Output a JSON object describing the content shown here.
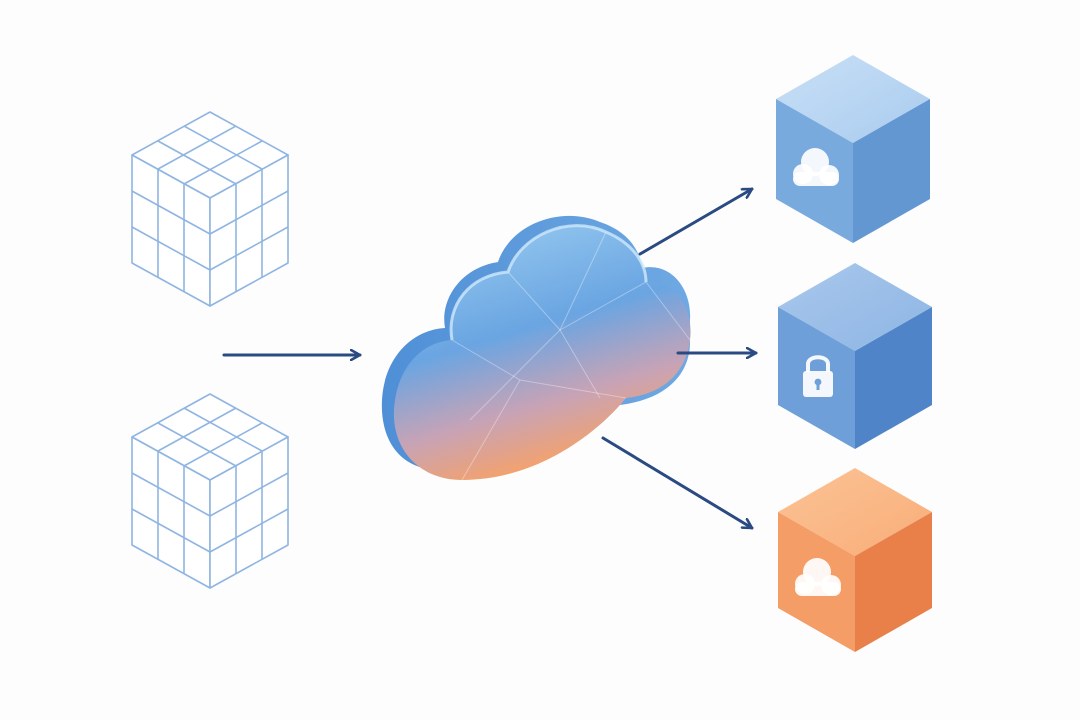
{
  "diagram": {
    "sources": [
      {
        "name": "grid-cube-top",
        "icon": "grid-cube-icon"
      },
      {
        "name": "grid-cube-bottom",
        "icon": "grid-cube-icon"
      }
    ],
    "hub": {
      "name": "cloud-hub",
      "icon": "cloud-icon"
    },
    "targets": [
      {
        "name": "cloud-storage-cube",
        "icon": "cloud-icon",
        "color": "#6a9fd6"
      },
      {
        "name": "secure-storage-cube",
        "icon": "padlock-icon",
        "color": "#5b8dcf"
      },
      {
        "name": "backup-storage-cube",
        "icon": "cloud-icon",
        "color": "#f0915a"
      }
    ],
    "colors": {
      "arrow": "#2a4a82",
      "grid_stroke": "#8fb5e2",
      "cloud_light": "#9fd0f2",
      "cloud_mid": "#5f9ee0",
      "cloud_warm": "#f4a26c",
      "background": "#fdfdfd"
    }
  }
}
